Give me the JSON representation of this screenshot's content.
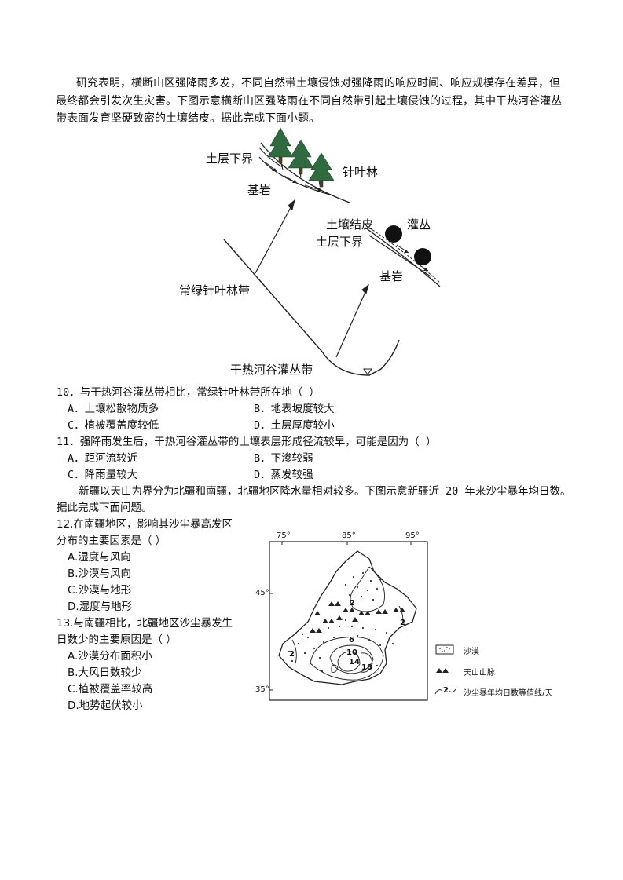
{
  "intro1": {
    "line1": "研究表明，横断山区强降雨多发，不同自然带土壤侵蚀对强降雨的响应时间、响应规模存在差异，但",
    "line2": "最终都会引发次生灾害。下图示意横断山区强降雨在不同自然带引起土壤侵蚀的过程，其中干热河谷灌丛",
    "line3": "带表面发育坚硬致密的土壤结皮。据此完成下面小题。"
  },
  "diagram1": {
    "soil_lower_1": "土层下界",
    "conifer_forest": "针叶林",
    "bedrock_1": "基岩",
    "soil_crust": "土壤结皮",
    "shrub": "灌丛",
    "soil_lower_2": "土层下界",
    "bedrock_2": "基岩",
    "evergreen_belt": "常绿针叶林带",
    "dry_hot_belt": "干热河谷灌丛带"
  },
  "q10": {
    "stem": "10．与干热河谷灌丛带相比，常绿针叶林带所在地（          ）",
    "a": "A．土壤松散物质多",
    "b": "B．地表坡度较大",
    "c": "C．植被覆盖度较低",
    "d": "D．土层厚度较小"
  },
  "q11": {
    "stem": "11．强降雨发生后，干热河谷灌丛带的土壤表层形成径流较早，可能是因为（          ）",
    "a": "A．距河流较近",
    "b": "B．下渗较弱",
    "c": "C．降雨量较大",
    "d": "D．蒸发较强"
  },
  "intro2": {
    "line1": "新疆以天山为界分为北疆和南疆，北疆地区降水量相对较多。下图示意新疆近 20 年来沙尘暴年均日数。",
    "line2": "据此完成下面问题。"
  },
  "q12": {
    "stem1": "12.在南疆地区，影响其沙尘暴高发区",
    "stem2": "分布的主要因素是（     ）",
    "a": "A.湿度与风向",
    "b": "B.沙漠与风向",
    "c": "C.沙漠与地形",
    "d": "D.湿度与地形"
  },
  "q13": {
    "stem1": "13.与南疆相比，北疆地区沙尘暴发生",
    "stem2": "日数少的主要原因是（     ）",
    "a": "A.沙漠分布面积小",
    "b": "B.大风日数较少",
    "c": "C.植被覆盖率较高",
    "d": "D.地势起伏较小"
  },
  "map": {
    "lon_75": "75°",
    "lon_85": "85°",
    "lon_95": "95°",
    "lat_45": "45°",
    "lat_35": "35°",
    "iso_2a": "2",
    "iso_2b": "2",
    "iso_2c": "2",
    "iso_6": "6",
    "iso_10": "10",
    "iso_14": "14",
    "iso_18": "18",
    "legend_desert": "沙漠",
    "legend_tianshan": "天山山脉",
    "legend_isoline_num": "2",
    "legend_isoline": "沙尘暴年均日数等值线/天"
  }
}
